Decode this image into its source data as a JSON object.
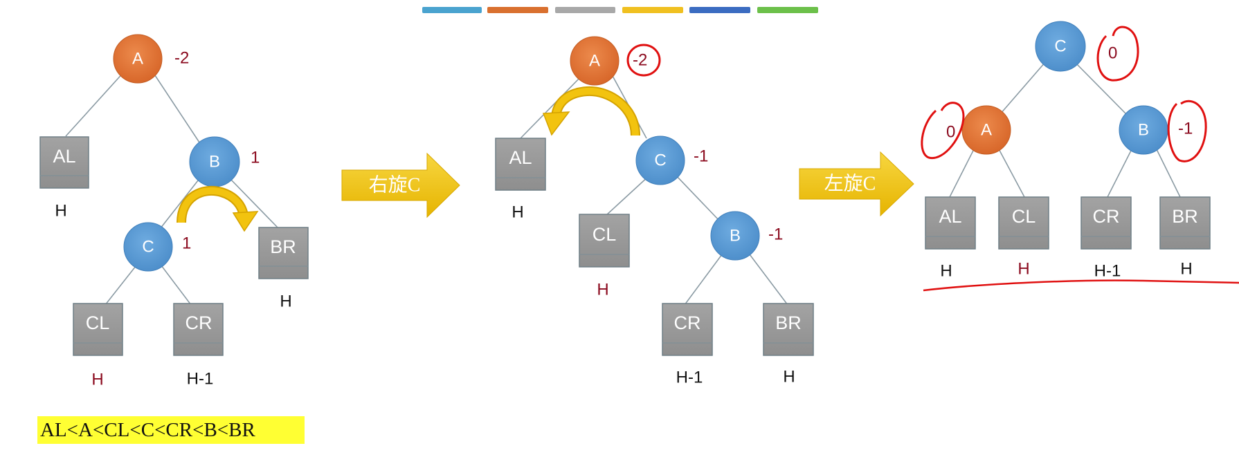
{
  "legend_colors": [
    "#4aa3cf",
    "#d9702f",
    "#a8a8a8",
    "#f0c020",
    "#3b6cc1",
    "#6cc04a"
  ],
  "colors": {
    "node_orange": "#e07838",
    "node_blue": "#5b9bd5",
    "leaf_gray": "#9a9a9a",
    "balance_red": "#8b0a1e",
    "annotation_red": "#e01010",
    "arrow_yellow": "#f2c30f",
    "highlight_yellow": "#ffff33"
  },
  "panel1": {
    "nodes": {
      "A": "A",
      "B": "B",
      "C": "C"
    },
    "balance": {
      "A": "-2",
      "B": "1",
      "C": "1"
    },
    "leaves": {
      "AL": "AL",
      "BR": "BR",
      "CL": "CL",
      "CR": "CR"
    },
    "heights": {
      "AL": "H",
      "BR": "H",
      "CL": "H",
      "CR": "H-1"
    }
  },
  "rotate_right": {
    "label": "右旋C"
  },
  "panel2": {
    "nodes": {
      "A": "A",
      "C": "C",
      "B": "B"
    },
    "balance": {
      "A": "-2",
      "C": "-1",
      "B": "-1"
    },
    "leaves": {
      "AL": "AL",
      "CL": "CL",
      "CR": "CR",
      "BR": "BR"
    },
    "heights": {
      "AL": "H",
      "CL": "H",
      "CR": "H-1",
      "BR": "H"
    }
  },
  "rotate_left": {
    "label": "左旋C"
  },
  "panel3": {
    "nodes": {
      "C": "C",
      "A": "A",
      "B": "B"
    },
    "balance": {
      "C": "0",
      "A": "0",
      "B": "-1"
    },
    "leaves": {
      "AL": "AL",
      "CL": "CL",
      "CR": "CR",
      "BR": "BR"
    },
    "heights": {
      "AL": "H",
      "CL": "H",
      "CR": "H-1",
      "BR": "H"
    }
  },
  "ordering": "AL<A<CL<C<CR<B<BR"
}
